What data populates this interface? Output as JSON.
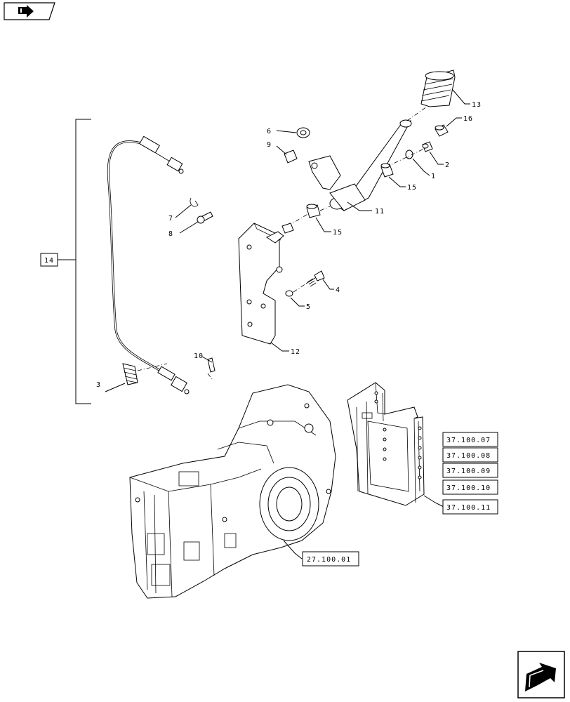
{
  "nav": {
    "prev_icon": "back-arrow-icon",
    "next_icon": "next-page-arrow-icon"
  },
  "callouts": {
    "c1": "1",
    "c2": "2",
    "c3": "3",
    "c4": "4",
    "c5": "5",
    "c6": "6",
    "c7": "7",
    "c8": "8",
    "c9": "9",
    "c10": "10",
    "c11": "11",
    "c12": "12",
    "c13": "13",
    "c14": "14",
    "c15a": "15",
    "c15b": "15",
    "c16": "16"
  },
  "references": {
    "r1": "37.100.07",
    "r2": "37.100.08",
    "r3": "37.100.09",
    "r4": "37.100.10",
    "r5": "37.100.11",
    "r6": "27.100.01"
  }
}
